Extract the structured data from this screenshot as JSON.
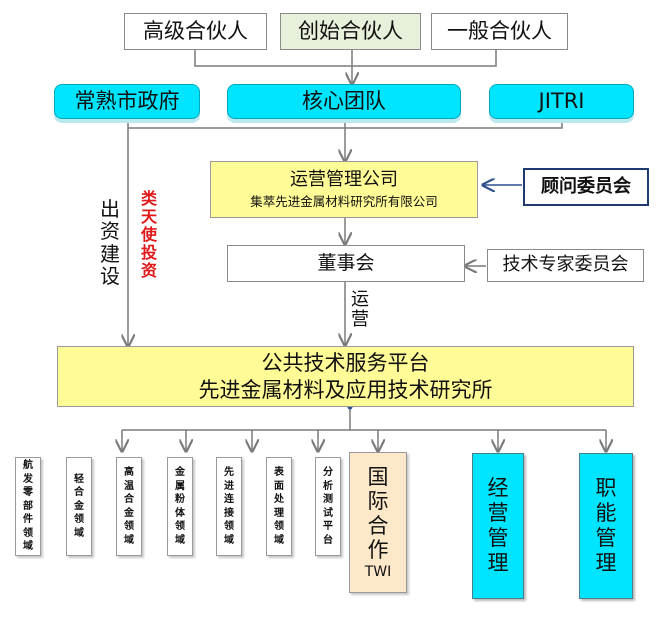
{
  "partners": {
    "senior": "高级合伙人",
    "founding": "创始合伙人",
    "general": "一般合伙人"
  },
  "top_row": {
    "government": "常熟市政府",
    "core_team": "核心团队",
    "jitri": "JITRI"
  },
  "operations_company": {
    "title": "运营管理公司",
    "subtitle": "集萃先进金属材料研究所有限公司"
  },
  "advisory_committee": "顾问委员会",
  "board": "董事会",
  "tech_expert_committee": "技术专家委员会",
  "labels": {
    "investment_construction": "出资建设",
    "angel_investment": "类天使投资",
    "operation": "运营"
  },
  "platform": {
    "line1": "公共技术服务平台",
    "line2": "先进金属材料及应用技术研究所"
  },
  "domains": [
    "航发零部件领域",
    "轻合金领域",
    "高温合金领域",
    "金属粉体领域",
    "先进连接领域",
    "表面处理领域",
    "分析测试平台"
  ],
  "intl": {
    "title": "国际合作",
    "sub": "TWI"
  },
  "business_management": "经营管理",
  "functional_management": "职能管理",
  "colors": {
    "cyan": "#00e5ff",
    "yellow": "#fffb96",
    "tan": "#fde9c9",
    "navy": "#1f3a6e",
    "red": "#e0191b",
    "line": "#7a7a7a"
  }
}
